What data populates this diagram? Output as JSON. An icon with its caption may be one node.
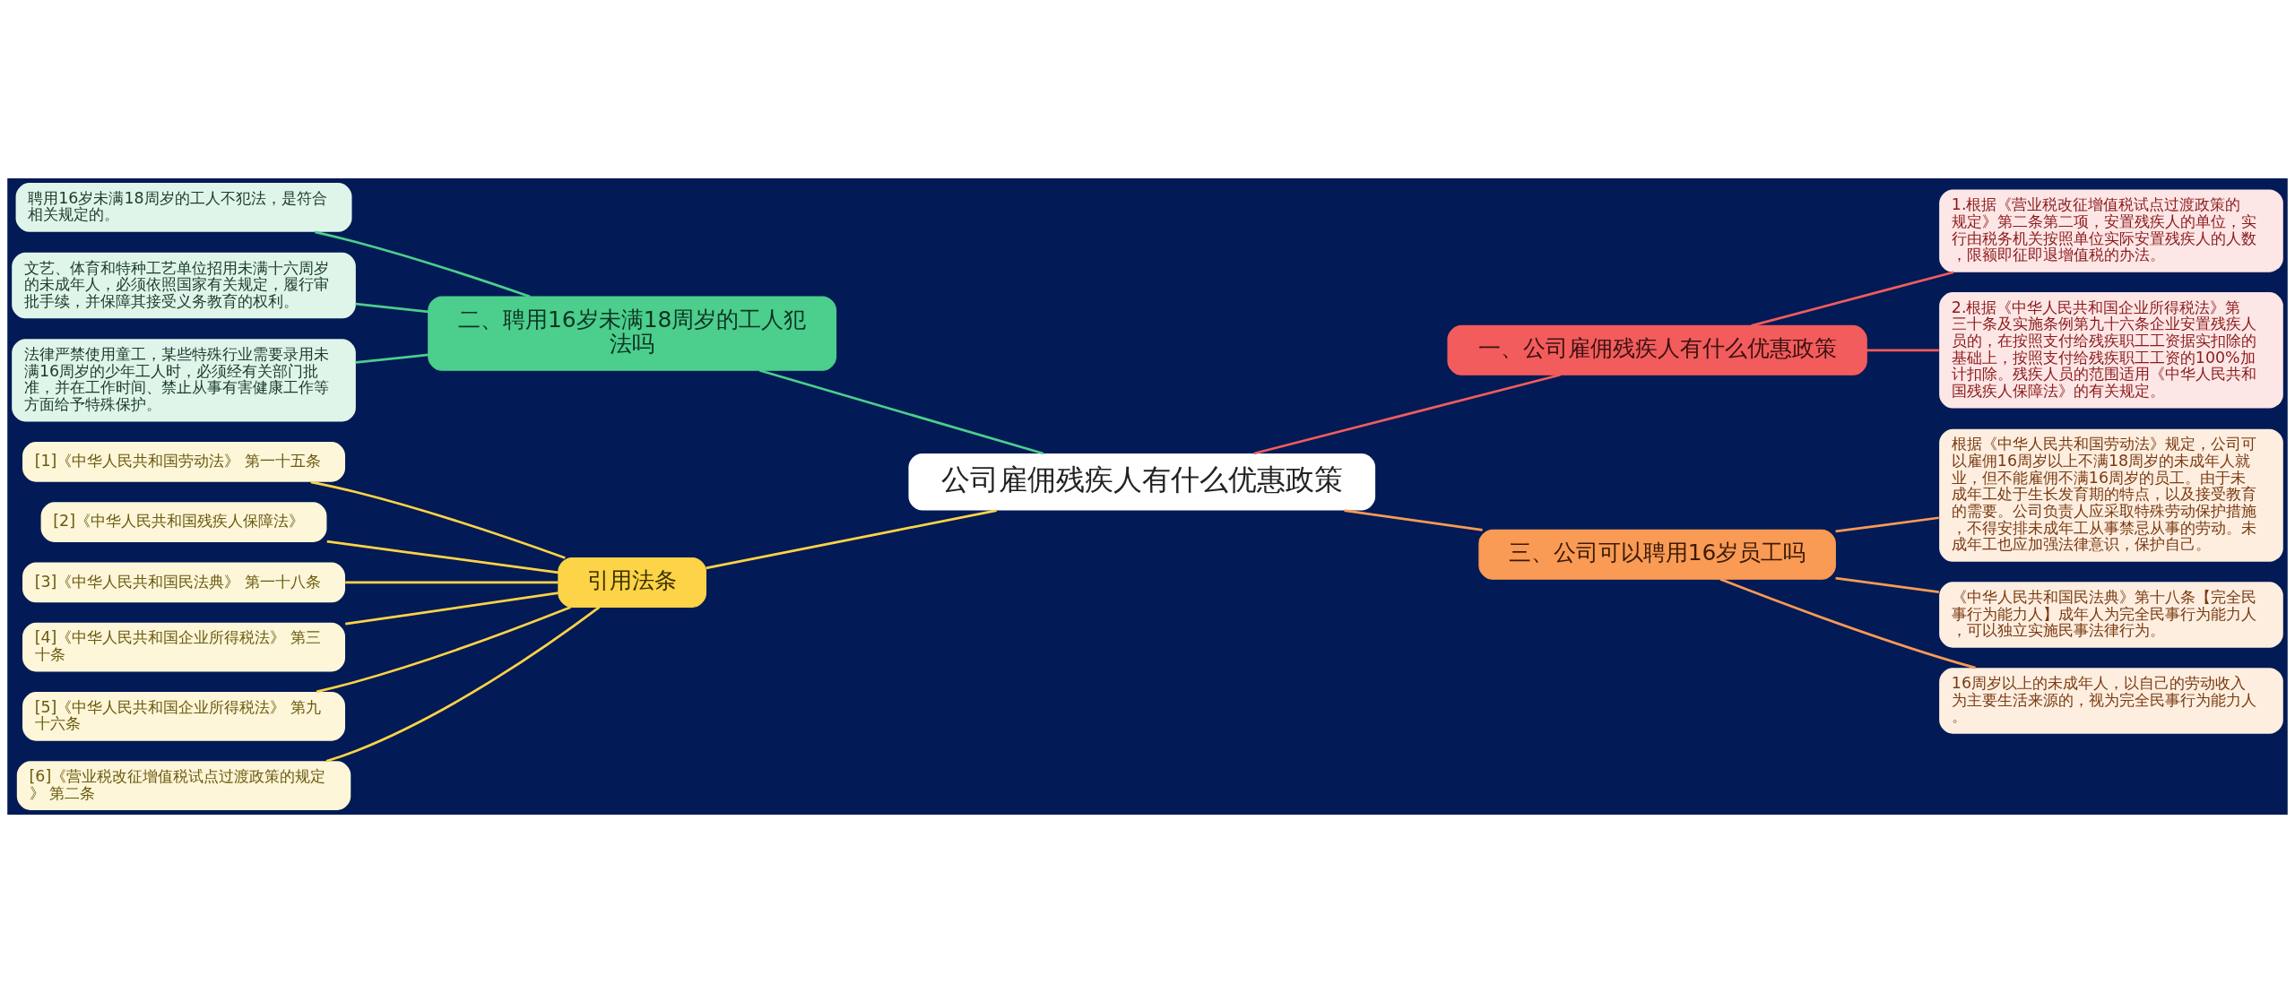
{
  "diagram": {
    "nodes": [
      {
        "text": [
          "公司雇佣残疾人有什么优惠政策"
        ]
      },
      {
        "text": [
          "一、公司雇佣残疾人有什么优惠政策"
        ]
      },
      {
        "text": [
          "1.根据《营业税改征增值税试点过渡政策的规定》第二条第二项，安置残疾人的单位，实行由税务机关按照单位实际安置残疾人的人数，限额即征即退增值税的办法。"
        ]
      },
      {
        "text": [
          "2.根据《中华人民共和国企业所得税法》第三十条及实施条例第九十六条企业安置残疾人员的，在按照支付给残疾职工工资据实扣除的基础上，按照支付给残疾职工工资的100%加计扣除。残疾人员的范围适用《中华人民共和国残疾人保障法》的有关规定。"
        ]
      },
      {
        "text": [
          "二、聘用16岁未满18周岁的工人犯法吗"
        ]
      },
      {
        "text": [
          "聘用16岁未满18周岁的工人不犯法，是符合相关规定的。"
        ]
      },
      {
        "text": [
          "文艺、体育和特种工艺单位招用未满十六周岁的未成年人，必须依照国家有关规定，履行审批手续，并保障其接受义务教育的权利。"
        ]
      },
      {
        "text": [
          "法律严禁使用童工，某些特殊行业需要录用未满16周岁的少年工人时，必须经有关部门批准，并在工作时间、禁止从事有害健康工作等方面给予特殊保护。"
        ]
      },
      {
        "text": [
          "三、公司可以聘用16岁员工吗"
        ]
      },
      {
        "text": [
          "根据《中华人民共和国劳动法》规定，公司可以雇佣16周岁以上不满18周岁的未成年人就业，但不能雇佣不满16周岁的员工。由于未成年工处于生长发育期的特点，以及接受教育的需要。公司负责人应采取特殊劳动保护措施，不得安排未成年工从事禁忌从事的劳动。未成年工也应加强法律意识，保护自己。"
        ]
      },
      {
        "text": [
          "《中华人民共和国民法典》第十八条【完全民事行为能力人】成年人为完全民事行为能力人，可以独立实施民事法律行为。"
        ]
      },
      {
        "text": [
          "16周岁以上的未成年人，以自己的劳动收入为主要生活来源的，视为完全民事行为能力人。"
        ]
      },
      {
        "text": [
          "引用法条"
        ]
      },
      {
        "text": [
          "[1]《中华人民共和国劳动法》 第一十五条"
        ]
      },
      {
        "text": [
          "[2]《中华人民共和国残疾人保障法》"
        ]
      },
      {
        "text": [
          "[3]《中华人民共和国民法典》 第一十八条"
        ]
      },
      {
        "text": [
          "[4]《中华人民共和国企业所得税法》 第三十条"
        ]
      },
      {
        "text": [
          "[5]《中华人民共和国企业所得税法》 第九十六条"
        ]
      },
      {
        "text": [
          "[6]《营业税改征增值税试点过渡政策的规定》 第二条"
        ]
      }
    ],
    "edges": [
      {
        "from": 0,
        "to": 1,
        "arrow": "none",
        "color": "#f25c5c"
      },
      {
        "from": 1,
        "to": 2,
        "arrow": "none",
        "color": "#f25c5c"
      },
      {
        "from": 1,
        "to": 3,
        "arrow": "none",
        "color": "#f25c5c"
      },
      {
        "from": 0,
        "to": 4,
        "arrow": "none",
        "color": "#4cce8d"
      },
      {
        "from": 4,
        "to": 5,
        "arrow": "none",
        "color": "#4cce8d"
      },
      {
        "from": 4,
        "to": 6,
        "arrow": "none",
        "color": "#4cce8d"
      },
      {
        "from": 4,
        "to": 7,
        "arrow": "none",
        "color": "#4cce8d"
      },
      {
        "from": 0,
        "to": 8,
        "arrow": "none",
        "color": "#f99a55"
      },
      {
        "from": 8,
        "to": 9,
        "arrow": "none",
        "color": "#f99a55"
      },
      {
        "from": 8,
        "to": 10,
        "arrow": "none",
        "color": "#f99a55"
      },
      {
        "from": 8,
        "to": 11,
        "arrow": "none",
        "color": "#f99a55"
      },
      {
        "from": 0,
        "to": 12,
        "arrow": "none",
        "color": "#fdd347"
      },
      {
        "from": 12,
        "to": 13,
        "arrow": "none",
        "color": "#fdd347"
      },
      {
        "from": 12,
        "to": 14,
        "arrow": "none",
        "color": "#fdd347"
      },
      {
        "from": 12,
        "to": 15,
        "arrow": "none",
        "color": "#fdd347"
      },
      {
        "from": 12,
        "to": 16,
        "arrow": "none",
        "color": "#fdd347"
      },
      {
        "from": 12,
        "to": 17,
        "arrow": "none",
        "color": "#fdd347"
      },
      {
        "from": 12,
        "to": 18,
        "arrow": "none",
        "color": "#fdd347"
      }
    ]
  }
}
